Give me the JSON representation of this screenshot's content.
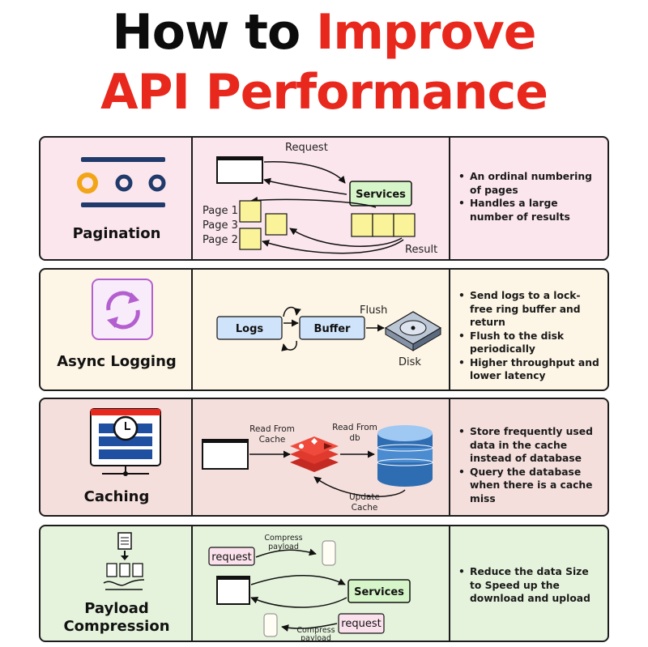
{
  "title": {
    "line1_a": "How to ",
    "line1_b": "Improve",
    "line2": "API Performance"
  },
  "rows": [
    {
      "label": "Pagination",
      "bullets": [
        "An ordinal numbering of pages",
        "Handles a large number of results"
      ],
      "diagram": {
        "request": "Request",
        "services": "Services",
        "page1": "Page 1",
        "page3": "Page 3",
        "page2": "Page 2",
        "result": "Result"
      }
    },
    {
      "label": "Async Logging",
      "bullets": [
        "Send logs to a lock-free ring buffer and return",
        "Flush to the disk periodically",
        "Higher throughput and lower latency"
      ],
      "diagram": {
        "logs": "Logs",
        "buffer": "Buffer",
        "flush": "Flush",
        "disk": "Disk"
      }
    },
    {
      "label": "Caching",
      "bullets": [
        "Store frequently used data in the cache instead of database",
        "Query the database when there is a cache miss"
      ],
      "diagram": {
        "read_cache_1": "Read From",
        "read_cache_2": "Cache",
        "read_db_1": "Read From",
        "read_db_2": "db",
        "update_1": "Update",
        "update_2": "Cache"
      }
    },
    {
      "label_line1": "Payload",
      "label_line2": "Compression",
      "bullets": [
        "Reduce the data Size to Speed up the download and upload"
      ],
      "diagram": {
        "compress1_1": "Compress",
        "compress1_2": "payload",
        "request1": "request",
        "services": "Services",
        "request2": "request",
        "compress2_1": "Compress",
        "compress2_2": "payload"
      }
    }
  ],
  "colors": {
    "row1": "#fce6ee",
    "row2": "#fdf5e5",
    "row3": "#f5dfdc",
    "row4": "#e5f3dc",
    "accent_red": "#e8281d",
    "services": "#d6f5c8",
    "pages": "#fbf39a",
    "blue_box": "#cfe3fa"
  }
}
